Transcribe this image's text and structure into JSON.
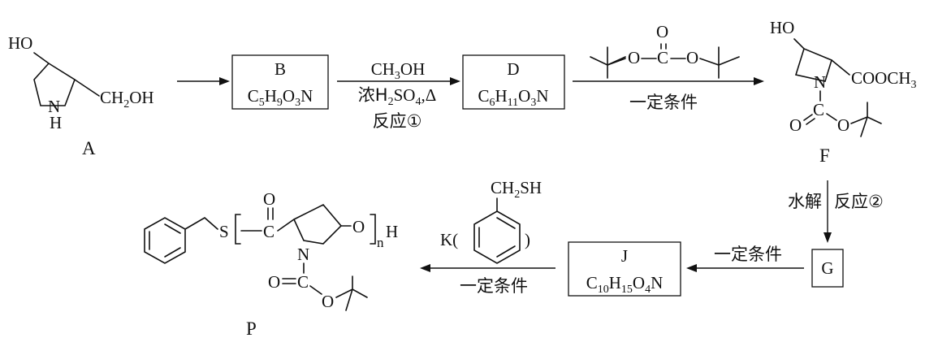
{
  "compounds": {
    "A": {
      "label": "A",
      "ho": "HO",
      "nh_n": "N",
      "nh_h": "H",
      "ch2oh": {
        "a": "CH",
        "s": "2",
        "b": "OH"
      }
    },
    "B": {
      "label": "B",
      "formula": [
        [
          "C",
          ""
        ],
        [
          "5",
          "s"
        ],
        [
          "H",
          ""
        ],
        [
          "9",
          "s"
        ],
        [
          "O",
          ""
        ],
        [
          "3",
          "s"
        ],
        [
          "N",
          ""
        ]
      ]
    },
    "D": {
      "label": "D",
      "formula": [
        [
          "C",
          ""
        ],
        [
          "6",
          "s"
        ],
        [
          "H",
          ""
        ],
        [
          "11",
          "s"
        ],
        [
          "O",
          ""
        ],
        [
          "3",
          "s"
        ],
        [
          "N",
          ""
        ]
      ]
    },
    "F": {
      "label": "F",
      "ho": "HO",
      "n": "N",
      "ester": {
        "a": "COOCH",
        "s": "3"
      },
      "boc": {
        "o1": "O",
        "c": "C",
        "o2": "O"
      }
    },
    "G": {
      "label": "G"
    },
    "J": {
      "label": "J",
      "formula": [
        [
          "C",
          ""
        ],
        [
          "10",
          "s"
        ],
        [
          "H",
          ""
        ],
        [
          "15",
          "s"
        ],
        [
          "O",
          ""
        ],
        [
          "4",
          "s"
        ],
        [
          "N",
          ""
        ]
      ]
    },
    "K": {
      "label_prefix": "K(",
      "label_suffix": ")",
      "ch2sh": {
        "a": "CH",
        "s": "2",
        "b": "SH"
      }
    },
    "P": {
      "label": "P",
      "s": "S",
      "c": "C",
      "o_top": "O",
      "o": "O",
      "n": "N",
      "sub_n": "n",
      "h": "H",
      "boc": {
        "o1": "O",
        "c": "C",
        "o2": "O"
      }
    },
    "boc2o": {
      "o1": "O",
      "c": "C",
      "o2": "O",
      "o3": "O"
    }
  },
  "conditions": {
    "step_bd_top": {
      "a": "CH",
      "s": "3",
      "b": "OH"
    },
    "step_bd_bottom": {
      "a": "浓H",
      "s1": "2",
      "b": "SO",
      "s2": "4",
      "c": ",Δ"
    },
    "step_bd_label": "反应①",
    "step_df_bottom": "一定条件",
    "step_fg_left": "水解",
    "step_fg_right": "反应②",
    "step_gj_top": "一定条件",
    "step_jp_bottom": "一定条件"
  }
}
